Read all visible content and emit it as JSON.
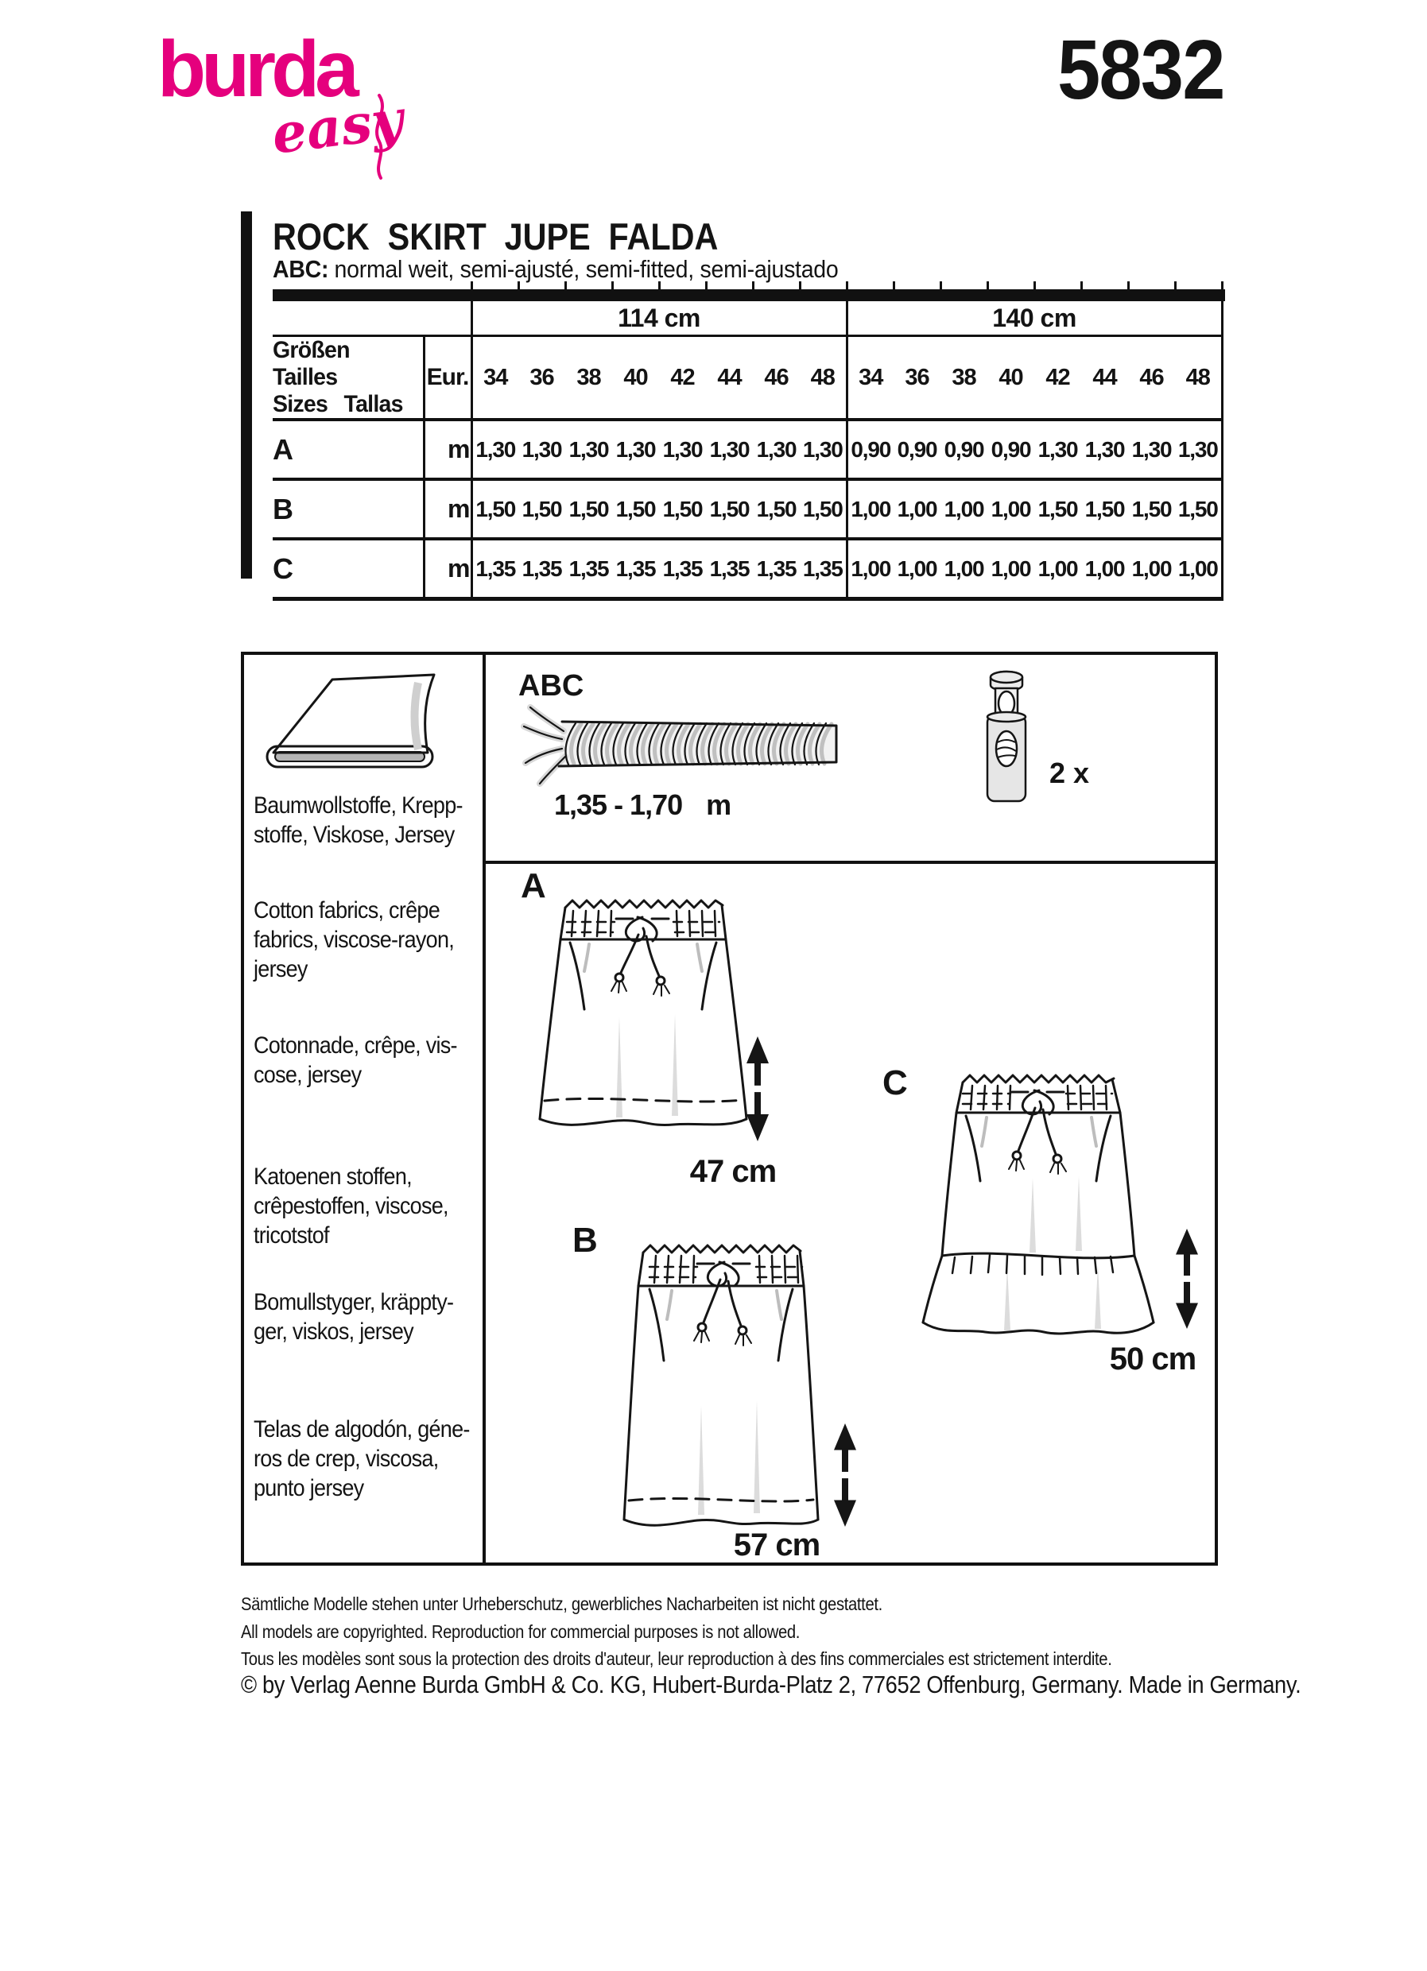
{
  "colors": {
    "accent": "#e5007d",
    "ink": "#141414"
  },
  "brand": {
    "logo_main": "burda",
    "logo_sub": "easy",
    "pattern_number": "5832"
  },
  "header": {
    "title_words": [
      "ROCK",
      "SKIRT",
      "JUPE",
      "FALDA"
    ],
    "fit_label": "ABC:",
    "fit_text": "normal weit, semi-ajusté, semi-fitted, semi-ajustado"
  },
  "size_table": {
    "width_headers": [
      "114 cm",
      "140 cm"
    ],
    "corner": {
      "line1": "Größen Tailles",
      "line2": "Sizes Tallas"
    },
    "eur_label": "Eur.",
    "sizes": [
      "34",
      "36",
      "38",
      "40",
      "42",
      "44",
      "46",
      "48"
    ],
    "rows": [
      {
        "view": "A",
        "unit": "m",
        "w114": [
          "1,30",
          "1,30",
          "1,30",
          "1,30",
          "1,30",
          "1,30",
          "1,30",
          "1,30"
        ],
        "w140": [
          "0,90",
          "0,90",
          "0,90",
          "0,90",
          "1,30",
          "1,30",
          "1,30",
          "1,30"
        ]
      },
      {
        "view": "B",
        "unit": "m",
        "w114": [
          "1,50",
          "1,50",
          "1,50",
          "1,50",
          "1,50",
          "1,50",
          "1,50",
          "1,50"
        ],
        "w140": [
          "1,00",
          "1,00",
          "1,00",
          "1,00",
          "1,50",
          "1,50",
          "1,50",
          "1,50"
        ]
      },
      {
        "view": "C",
        "unit": "m",
        "w114": [
          "1,35",
          "1,35",
          "1,35",
          "1,35",
          "1,35",
          "1,35",
          "1,35",
          "1,35"
        ],
        "w140": [
          "1,00",
          "1,00",
          "1,00",
          "1,00",
          "1,00",
          "1,00",
          "1,00",
          "1,00"
        ]
      }
    ]
  },
  "materials": [
    {
      "lines": [
        "Baumwollstoffe, Krepp-",
        "stoffe, Viskose, Jersey"
      ]
    },
    {
      "lines": [
        "Cotton fabrics, crêpe",
        "fabrics, viscose-rayon,",
        "jersey"
      ]
    },
    {
      "lines": [
        "Cotonnade, crêpe, vis-",
        "cose, jersey"
      ]
    },
    {
      "lines": [
        "Katoenen stoffen,",
        "crêpestoffen, viscose,",
        "tricotstof"
      ]
    },
    {
      "lines": [
        "Bomullstyger, kräppty-",
        "ger, viskos, jersey"
      ]
    },
    {
      "lines": [
        "Telas de algodón, géne-",
        "ros de crep, viscosa,",
        "punto jersey"
      ]
    }
  ],
  "notions": {
    "views_label": "ABC",
    "cord_length": "1,35 - 1,70",
    "cord_unit": "m",
    "stopper_count": "2 x"
  },
  "views": [
    {
      "label": "A",
      "length": "47 cm"
    },
    {
      "label": "B",
      "length": "57 cm"
    },
    {
      "label": "C",
      "length": "50 cm"
    }
  ],
  "footer": {
    "line_de": "Sämtliche Modelle stehen unter Urheberschutz, gewerbliches Nacharbeiten ist nicht gestattet.",
    "line_en": "All models are copyrighted. Reproduction for commercial purposes is not allowed.",
    "line_fr": "Tous les modèles sont sous la protection des droits d'auteur, leur reproduction à des fins commerciales est strictement interdite.",
    "line_copyright": "© by Verlag Aenne Burda GmbH & Co. KG, Hubert-Burda-Platz 2, 77652 Offenburg, Germany. Made in Germany."
  }
}
